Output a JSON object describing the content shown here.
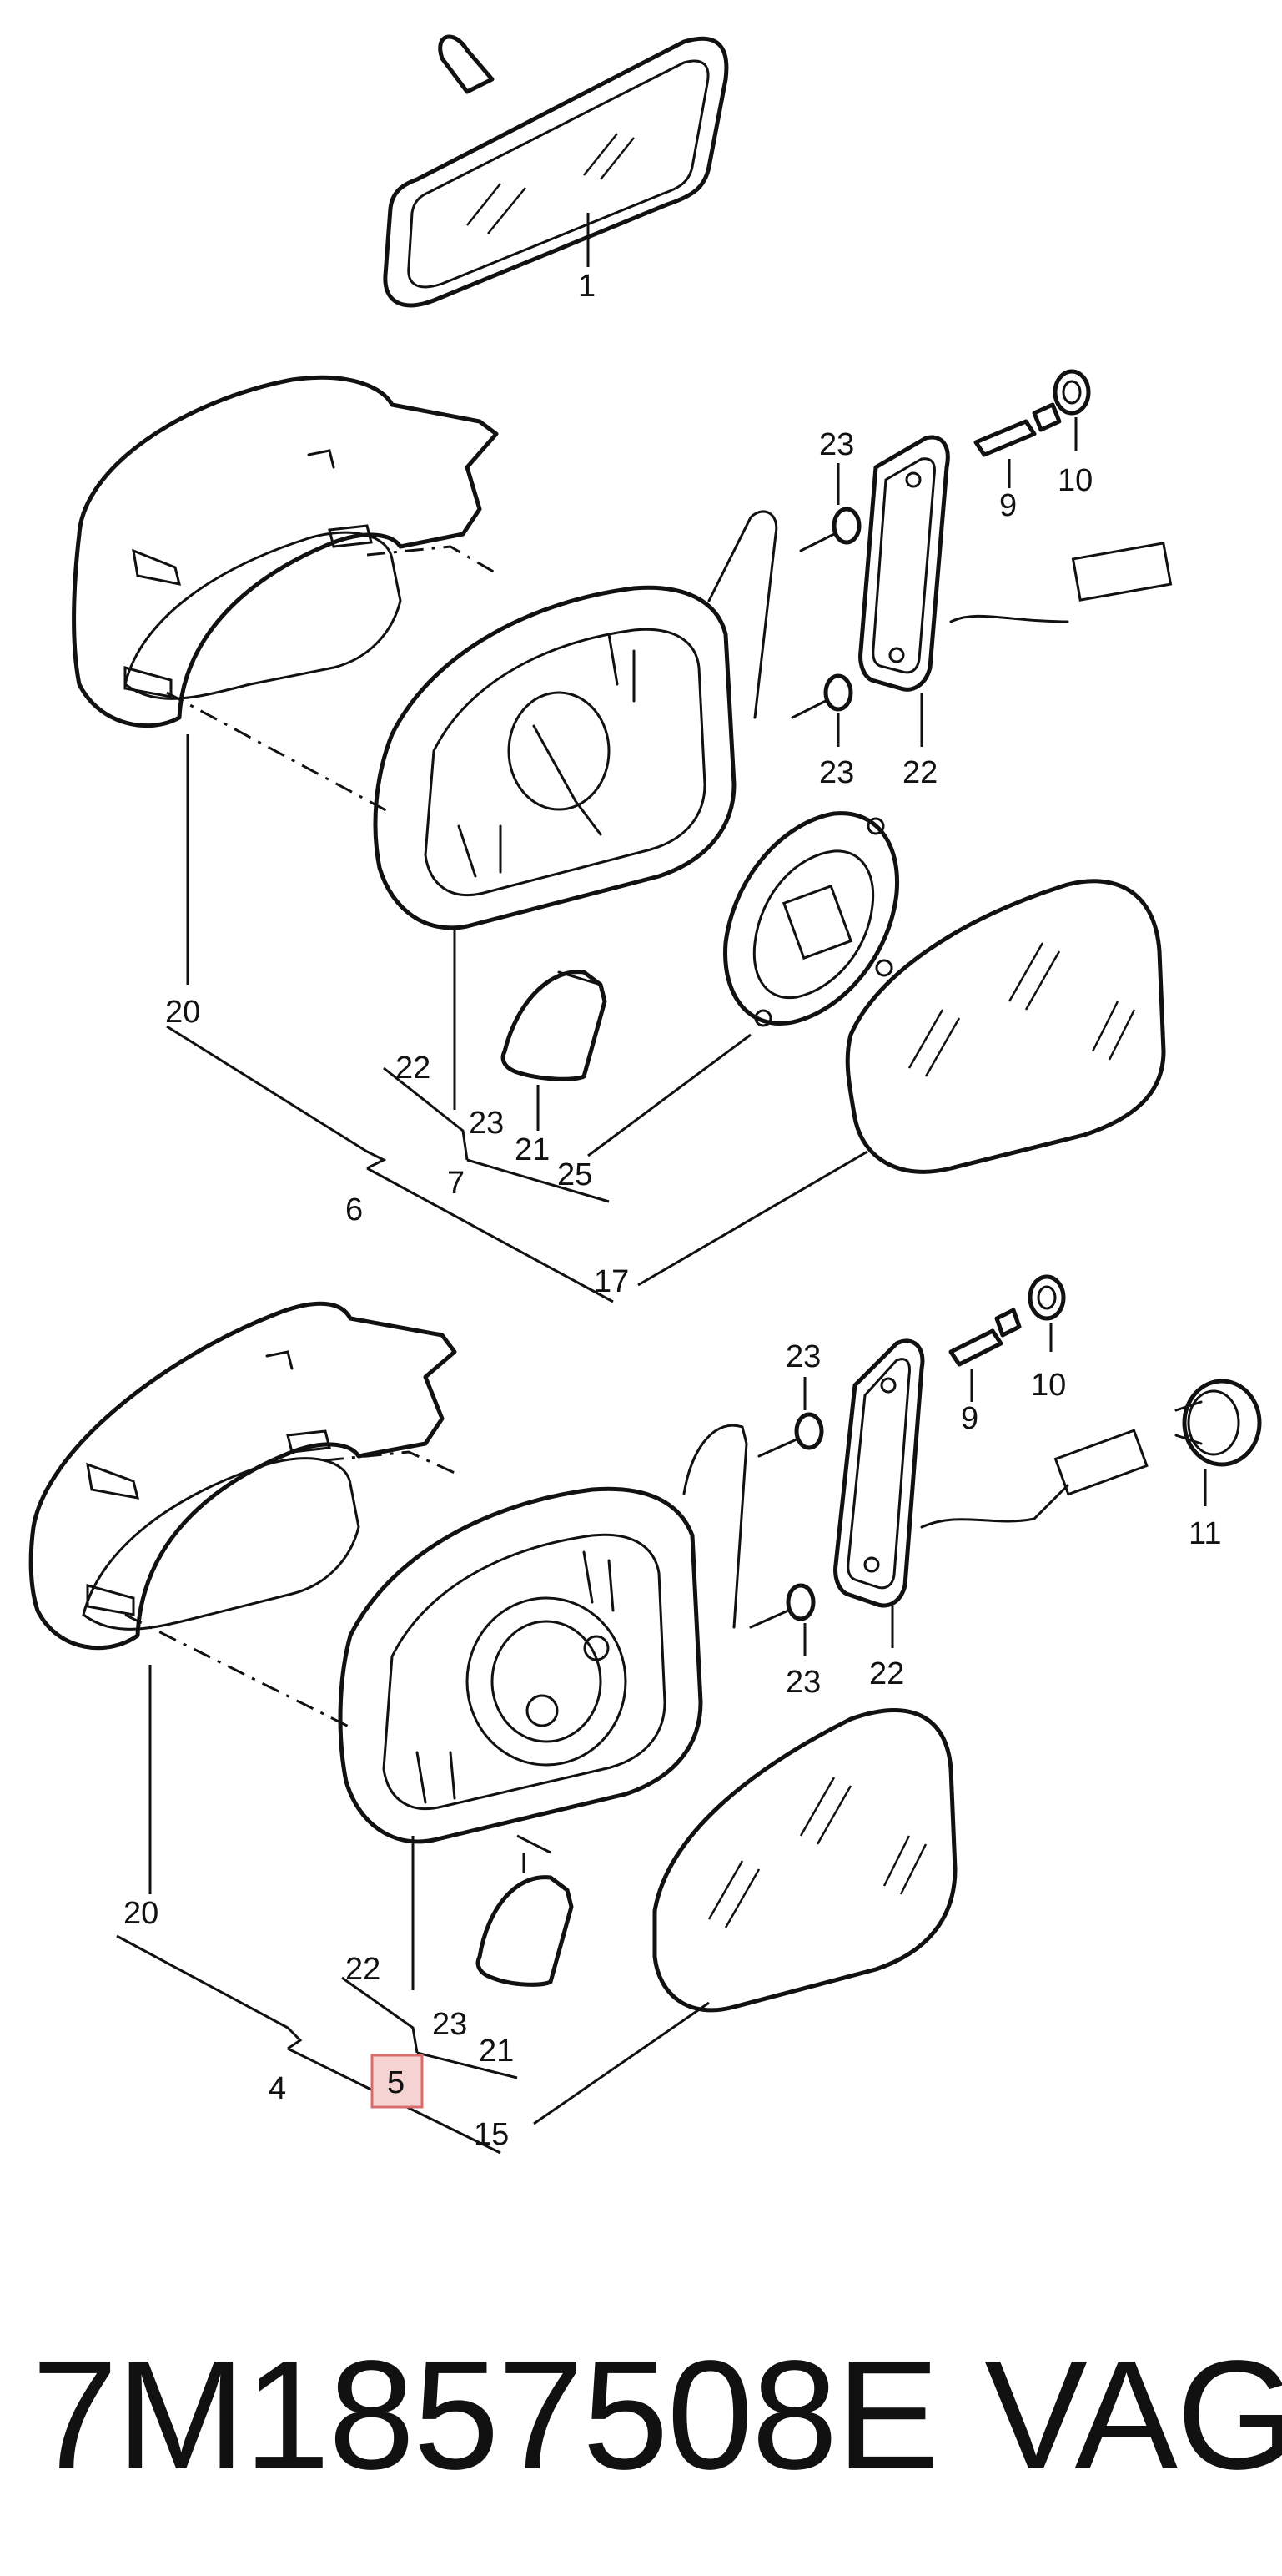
{
  "labels": {
    "l1": "1",
    "l23a": "23",
    "l9a": "9",
    "l10a": "10",
    "l23b": "23",
    "l22a": "22",
    "l20a": "20",
    "l22b": "22",
    "l23c": "23",
    "l21a": "21",
    "l25": "25",
    "l7": "7",
    "l6": "6",
    "l17": "17",
    "l23d": "23",
    "l9b": "9",
    "l10b": "10",
    "l11": "11",
    "l23e": "23",
    "l22c": "22",
    "l20b": "20",
    "l22d": "22",
    "l23f": "23",
    "l21b": "21",
    "l5": "5",
    "l4": "4",
    "l15": "15"
  },
  "footer": {
    "part_number": "7M1857508E",
    "brand": "VAG"
  },
  "colors": {
    "highlight_fill": "#f6d3d3",
    "highlight_stroke": "#d96c6c",
    "line": "#111111"
  }
}
